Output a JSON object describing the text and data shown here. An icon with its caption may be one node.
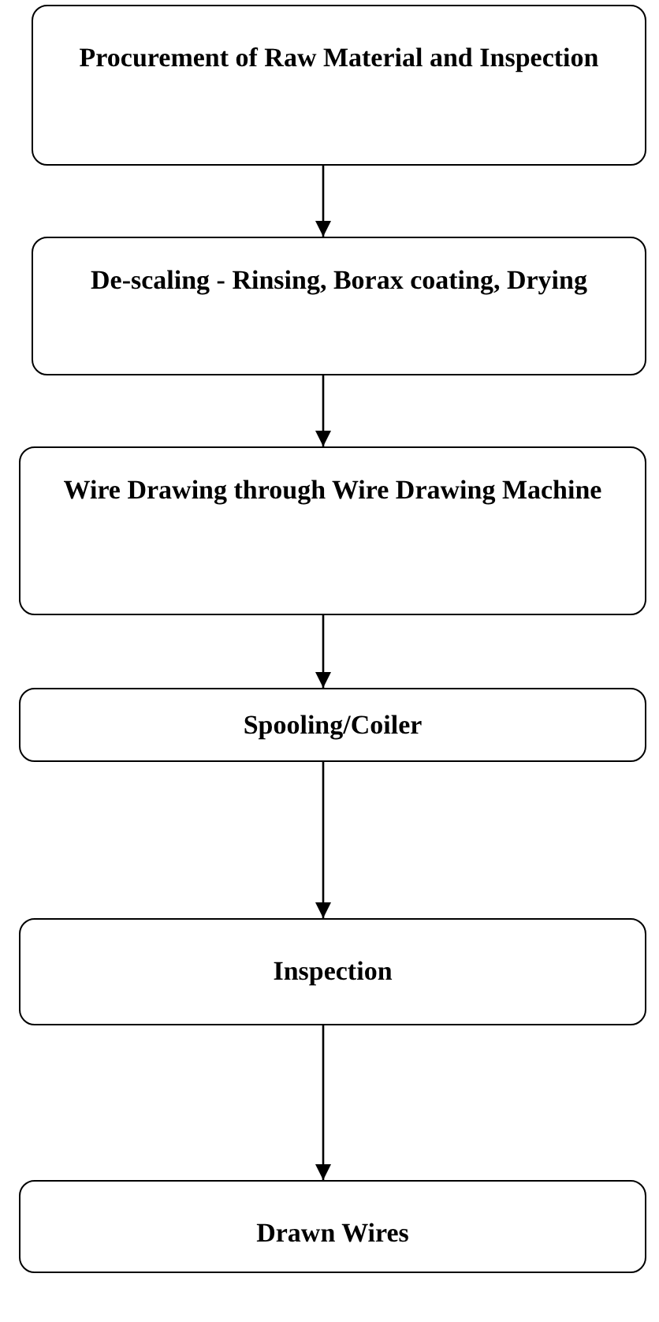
{
  "diagram": {
    "nodes": [
      {
        "text": [
          "Procurement of Raw Material and Inspection"
        ]
      },
      {
        "text": [
          "De-scaling - Rinsing, Borax coating, Drying"
        ]
      },
      {
        "text": [
          "Wire Drawing through Wire Drawing Machine"
        ]
      },
      {
        "text": [
          "Spooling/Coiler"
        ]
      },
      {
        "text": [
          "Inspection"
        ]
      },
      {
        "text": [
          "Drawn Wires"
        ]
      }
    ],
    "edges": [
      {
        "from": 0,
        "to": 1,
        "arrow": "to"
      },
      {
        "from": 1,
        "to": 2,
        "arrow": "to"
      },
      {
        "from": 2,
        "to": 3,
        "arrow": "to"
      },
      {
        "from": 3,
        "to": 4,
        "arrow": "to"
      },
      {
        "from": 4,
        "to": 5,
        "arrow": "to"
      }
    ]
  }
}
